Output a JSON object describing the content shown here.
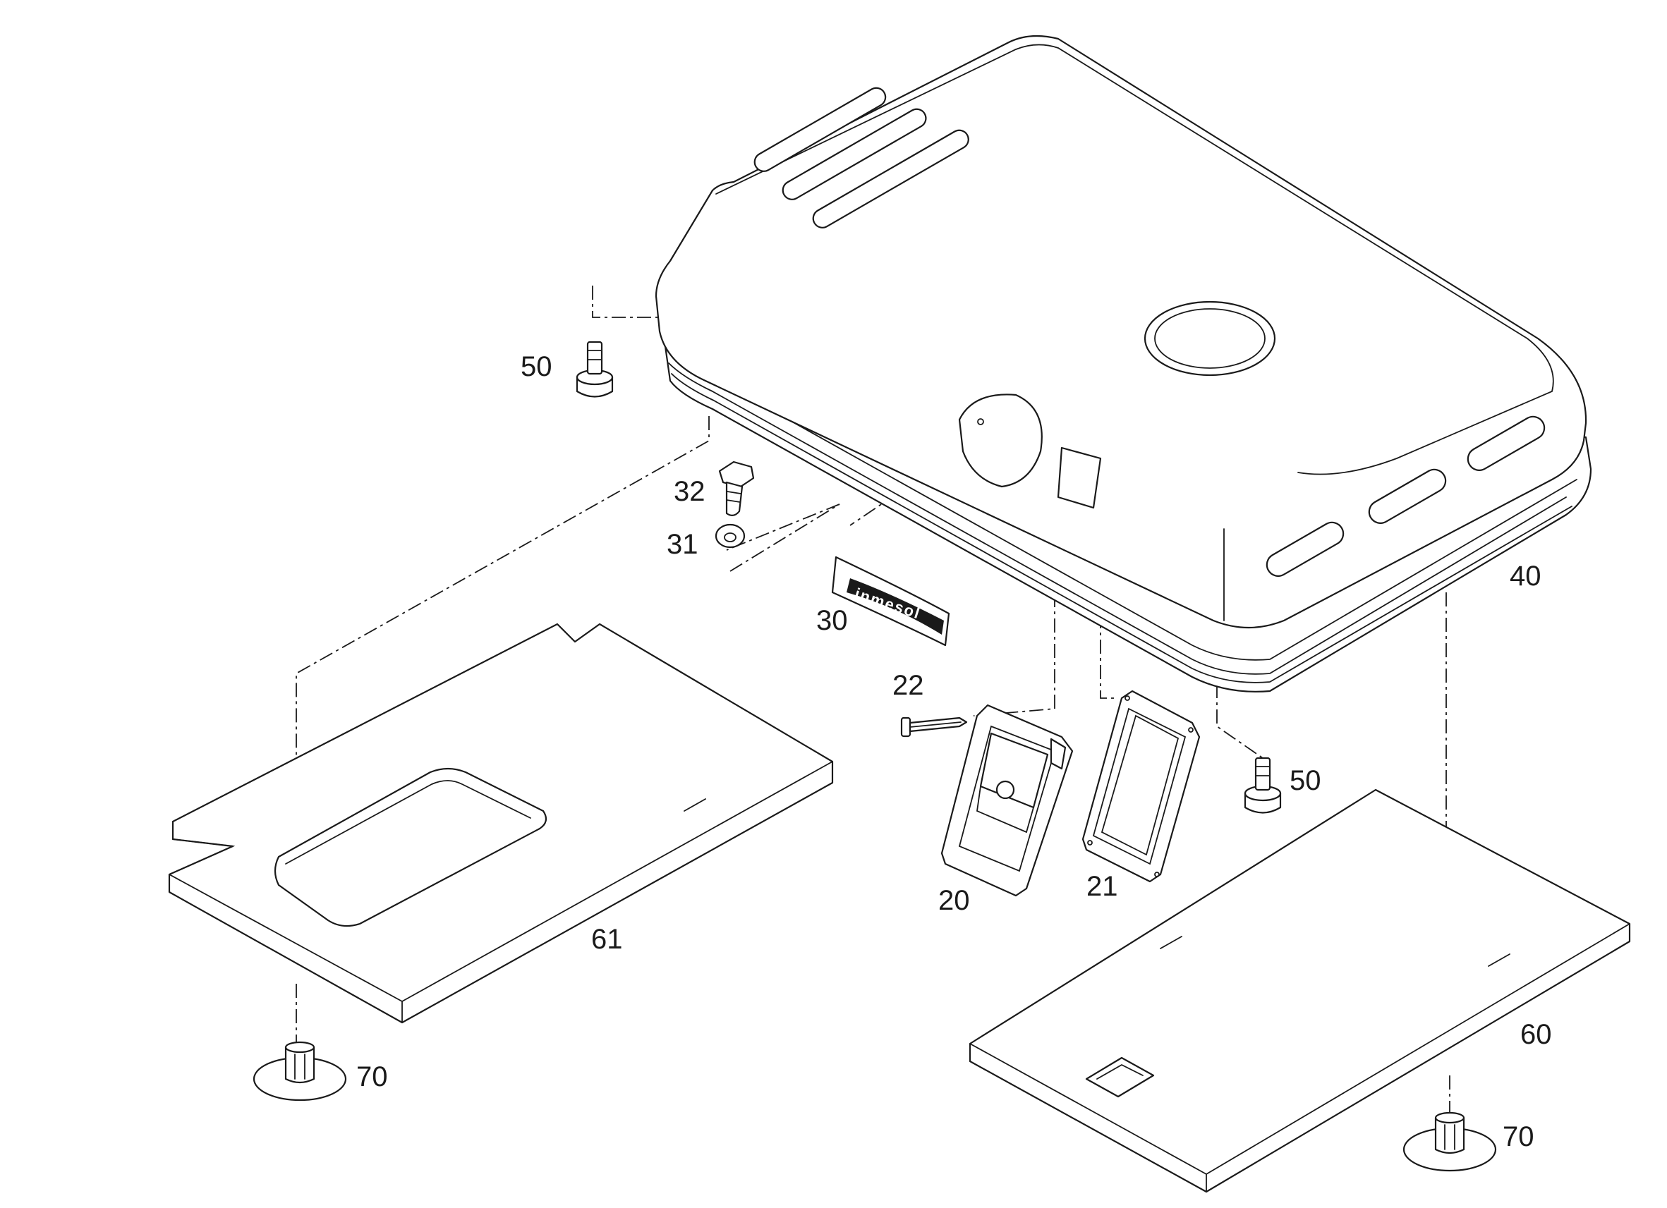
{
  "callouts": {
    "p20": "20",
    "p21": "21",
    "p22": "22",
    "p30": "30",
    "p31": "31",
    "p32": "32",
    "p40": "40",
    "p50_left": "50",
    "p50_right": "50",
    "p60": "60",
    "p61": "61",
    "p70_left": "70",
    "p70_right": "70"
  },
  "emblem": {
    "text": "inmesol"
  },
  "colors": {
    "line": "#1a1a1a",
    "background": "#ffffff"
  }
}
